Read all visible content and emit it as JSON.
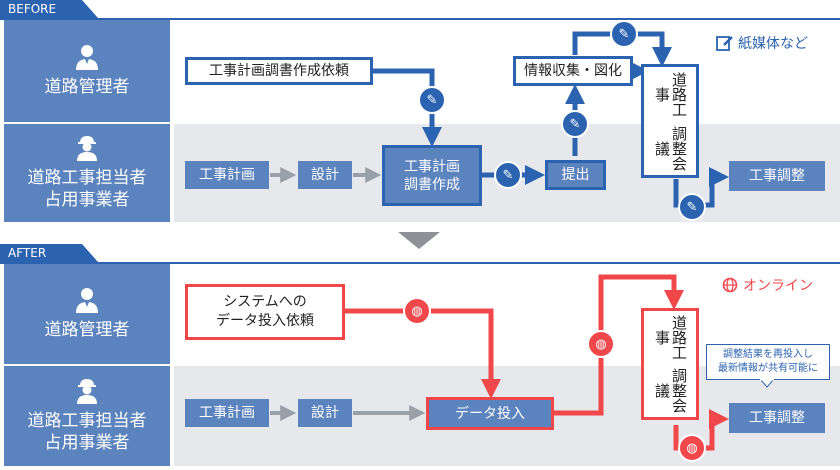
{
  "before": {
    "tab": "BEFORE",
    "legend": "紙媒体など",
    "lane_admin": "道路管理者",
    "lane_contractor": [
      "道路工事担当者",
      "占用事業者"
    ],
    "box_request": "工事計画調書作成依頼",
    "box_collect": "情報収集・図化",
    "box_meeting": [
      "道路工事",
      "調整会議"
    ],
    "box_plan": "工事計画",
    "box_design": "設計",
    "box_doc": [
      "工事計画",
      "調書作成"
    ],
    "box_submit": "提出",
    "box_adjust": "工事調整"
  },
  "after": {
    "tab": "AFTER",
    "legend": "オンライン",
    "lane_admin": "道路管理者",
    "lane_contractor": [
      "道路工事担当者",
      "占用事業者"
    ],
    "box_request": [
      "システムへの",
      "データ投入依頼"
    ],
    "box_meeting": [
      "道路工事",
      "調整会議"
    ],
    "box_plan": "工事計画",
    "box_design": "設計",
    "box_input": "データ投入",
    "box_adjust": "工事調整",
    "callout": [
      "調整結果を再投入し",
      "最新情報が共有可能に"
    ]
  },
  "colors": {
    "blue": "#2b63b0",
    "lane": "#5b83bd",
    "red": "#f0474a",
    "gray_band": "#e7e8ec"
  },
  "icons": {
    "paper": "pen-paper-icon",
    "online": "globe-network-icon",
    "person": "person-icon",
    "worker": "worker-helmet-icon"
  }
}
